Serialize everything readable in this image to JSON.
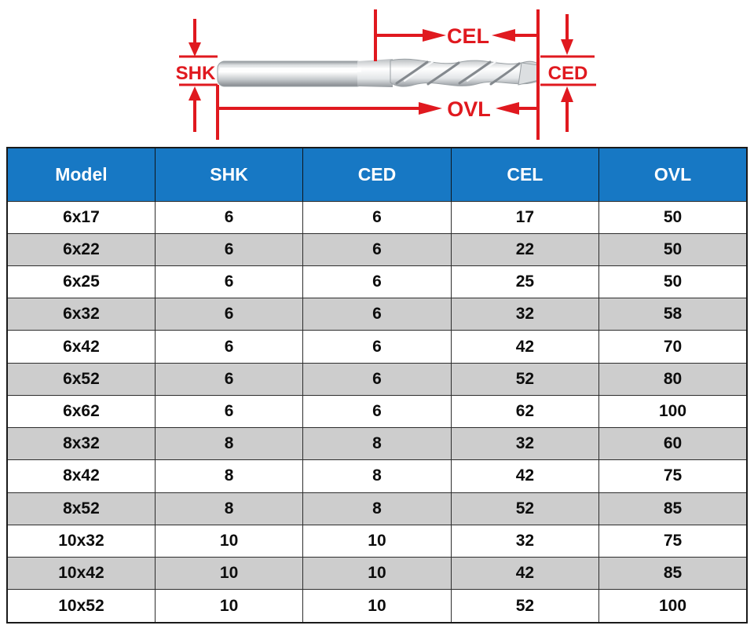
{
  "colors": {
    "dimension_red": "#e0191f",
    "header_blue": "#1778c4",
    "alt_row_gray": "#cdcdcd",
    "border_dark": "#1a1a1a"
  },
  "diagram": {
    "shk_label": "SHK",
    "cel_label": "CEL",
    "ced_label": "CED",
    "ovl_label": "OVL"
  },
  "table": {
    "columns": [
      "Model",
      "SHK",
      "CED",
      "CEL",
      "OVL"
    ],
    "rows": [
      [
        "6x17",
        "6",
        "6",
        "17",
        "50"
      ],
      [
        "6x22",
        "6",
        "6",
        "22",
        "50"
      ],
      [
        "6x25",
        "6",
        "6",
        "25",
        "50"
      ],
      [
        "6x32",
        "6",
        "6",
        "32",
        "58"
      ],
      [
        "6x42",
        "6",
        "6",
        "42",
        "70"
      ],
      [
        "6x52",
        "6",
        "6",
        "52",
        "80"
      ],
      [
        "6x62",
        "6",
        "6",
        "62",
        "100"
      ],
      [
        "8x32",
        "8",
        "8",
        "32",
        "60"
      ],
      [
        "8x42",
        "8",
        "8",
        "42",
        "75"
      ],
      [
        "8x52",
        "8",
        "8",
        "52",
        "85"
      ],
      [
        "10x32",
        "10",
        "10",
        "32",
        "75"
      ],
      [
        "10x42",
        "10",
        "10",
        "42",
        "85"
      ],
      [
        "10x52",
        "10",
        "10",
        "52",
        "100"
      ]
    ]
  }
}
